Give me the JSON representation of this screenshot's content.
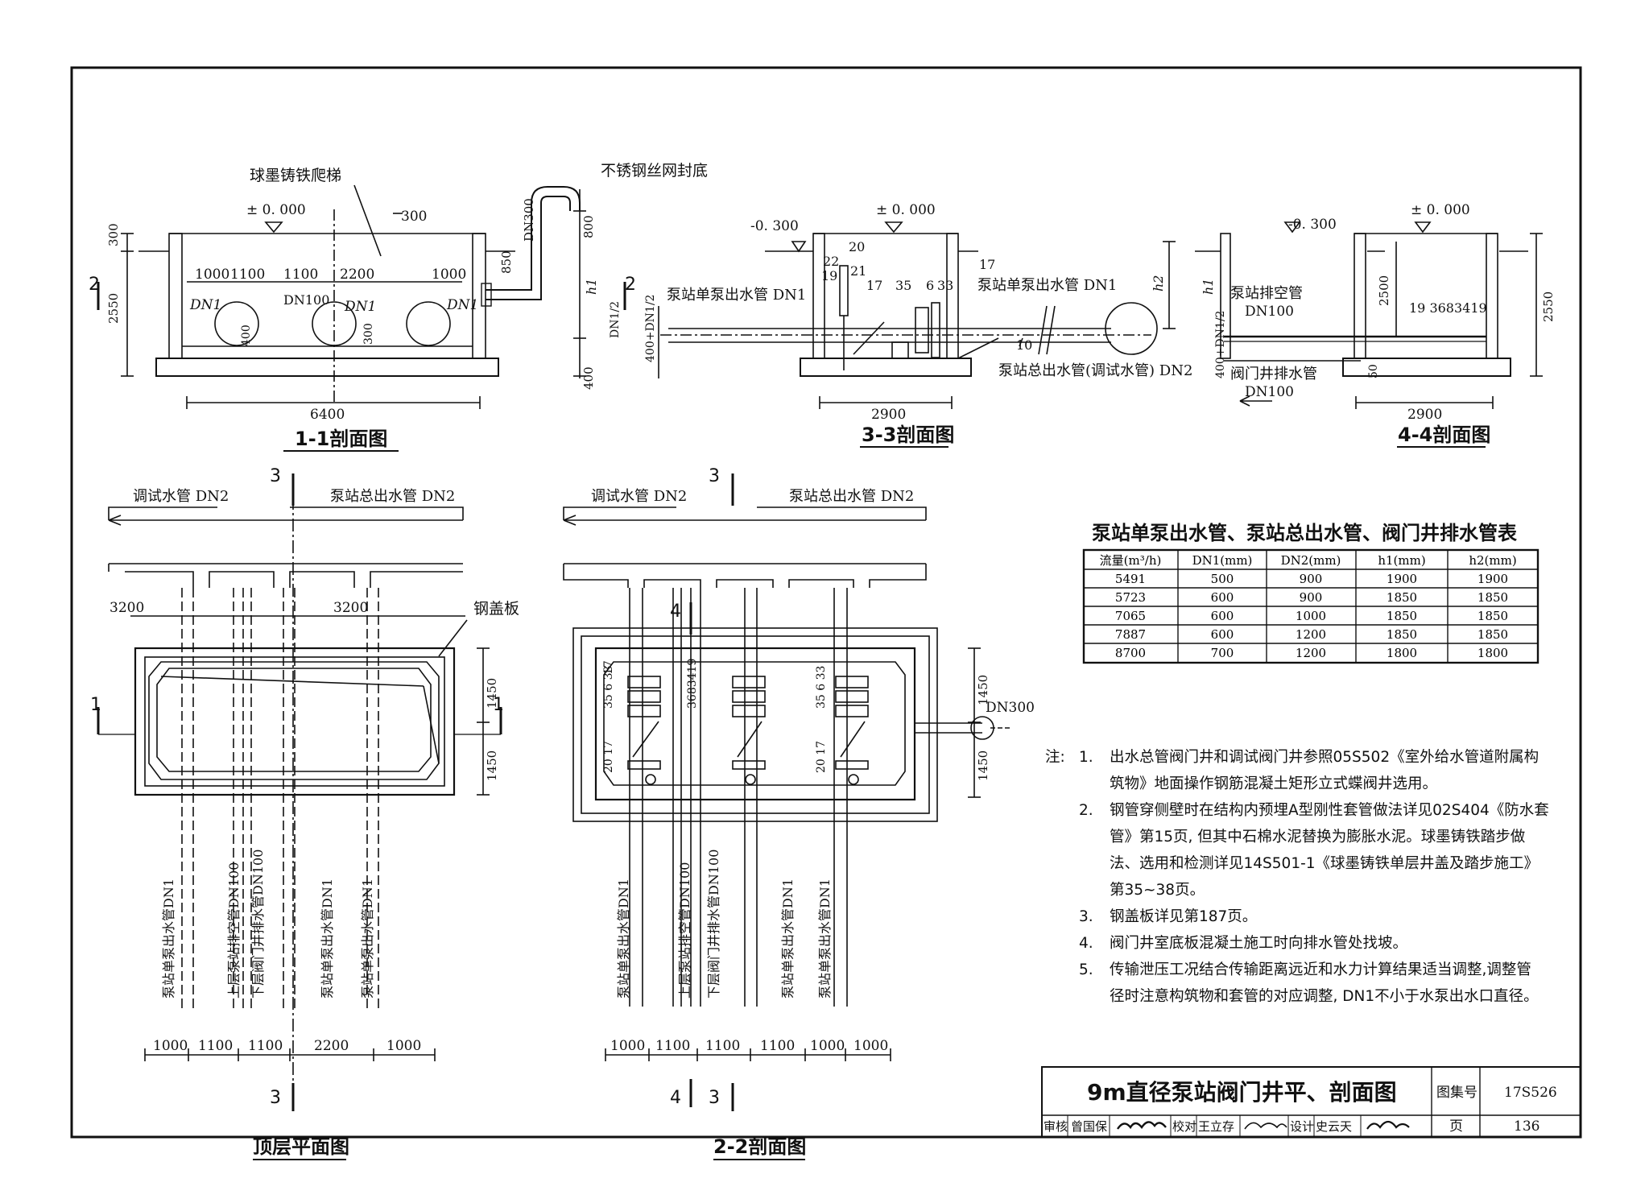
{
  "sections": {
    "s11": "1-1剖面图",
    "s33": "3-3剖面图",
    "s44": "4-4剖面图",
    "top": "顶层平面图",
    "s22": "2-2剖面图"
  },
  "labels": {
    "ladder": "球墨铸铁爬梯",
    "mesh": "不锈钢丝网封底",
    "pm0": "± 0. 000",
    "m300": "-0. 300",
    "dn300": "DN300",
    "dn100": "DN100",
    "dn1": "DN1",
    "dn1_half": "DN1/2",
    "single_out": "泵站单泵出水管 DN1",
    "total_out": "泵站总出水管(调试水管) DN2",
    "vent": "泵站排空管",
    "drain": "阀门井排水管",
    "test_pipe": "调试水管 DN2",
    "total_pipe": "泵站总出水管 DN2",
    "steel_cover": "钢盖板",
    "h1": "h1",
    "h2": "h2",
    "v_single": "泵站单泵出水管DN1",
    "v_upper": "上层泵站排空管DN100",
    "v_lower": "下层阀门井排水管DN100",
    "dn300_plan": "DN300"
  },
  "dims": {
    "d300": "300",
    "d2550": "2550",
    "d400": "400",
    "d800": "800",
    "d850": "850",
    "d1000": "1000",
    "d1100": "1100",
    "d2200": "2200",
    "d6400": "6400",
    "d2900": "2900",
    "d2500": "2500",
    "d3200": "3200",
    "d1450": "1450",
    "d50": "50",
    "d400dn": "400+DN1/2",
    "d400dn2": "400+DN1/2"
  },
  "parts": [
    "17",
    "19",
    "20",
    "21",
    "22",
    "35",
    "6",
    "33",
    "34",
    "36",
    "8",
    "3",
    "4",
    "10",
    "1",
    "2"
  ],
  "table": {
    "title": "泵站单泵出水管、泵站总出水管、阀门井排水管表",
    "headers": [
      "流量(m³/h)",
      "DN1(mm)",
      "DN2(mm)",
      "h1(mm)",
      "h2(mm)"
    ],
    "rows": [
      [
        "5491",
        "500",
        "900",
        "1900",
        "1900"
      ],
      [
        "5723",
        "600",
        "900",
        "1850",
        "1850"
      ],
      [
        "7065",
        "600",
        "1000",
        "1850",
        "1850"
      ],
      [
        "7887",
        "600",
        "1200",
        "1850",
        "1850"
      ],
      [
        "8700",
        "700",
        "1200",
        "1800",
        "1800"
      ]
    ]
  },
  "notes": {
    "heading": "注:",
    "items": [
      {
        "num": "1.",
        "lines": [
          "出水总管阀门井和调试阀门井参照05S502《室外给水管道附属构",
          "筑物》地面操作钢筋混凝土矩形立式蝶阀井选用。"
        ]
      },
      {
        "num": "2.",
        "lines": [
          "钢管穿侧壁时在结构内预埋A型刚性套管做法详见02S404《防水套",
          "管》第15页, 但其中石棉水泥替换为膨胀水泥。球墨铸铁踏步做",
          "法、选用和检测详见14S501-1《球墨铸铁单层井盖及踏步施工》",
          "第35~38页。"
        ]
      },
      {
        "num": "3.",
        "lines": [
          "钢盖板详见第187页。"
        ]
      },
      {
        "num": "4.",
        "lines": [
          "阀门井室底板混凝土施工时向排水管处找坡。"
        ]
      },
      {
        "num": "5.",
        "lines": [
          "传输泄压工况结合传输距离远近和水力计算结果适当调整,调整管",
          "径时注意构筑物和套管的对应调整, DN1不小于水泵出水口直径。"
        ]
      }
    ]
  },
  "titleblock": {
    "title": "9m直径泵站阀门井平、剖面图",
    "atlas_label": "图集号",
    "atlas_no": "17S526",
    "page_label": "页",
    "page_no": "136",
    "review_label": "审核",
    "reviewer": "曾国保",
    "check_label": "校对",
    "checker": "王立存",
    "design_label": "设计",
    "designer": "史云天"
  }
}
